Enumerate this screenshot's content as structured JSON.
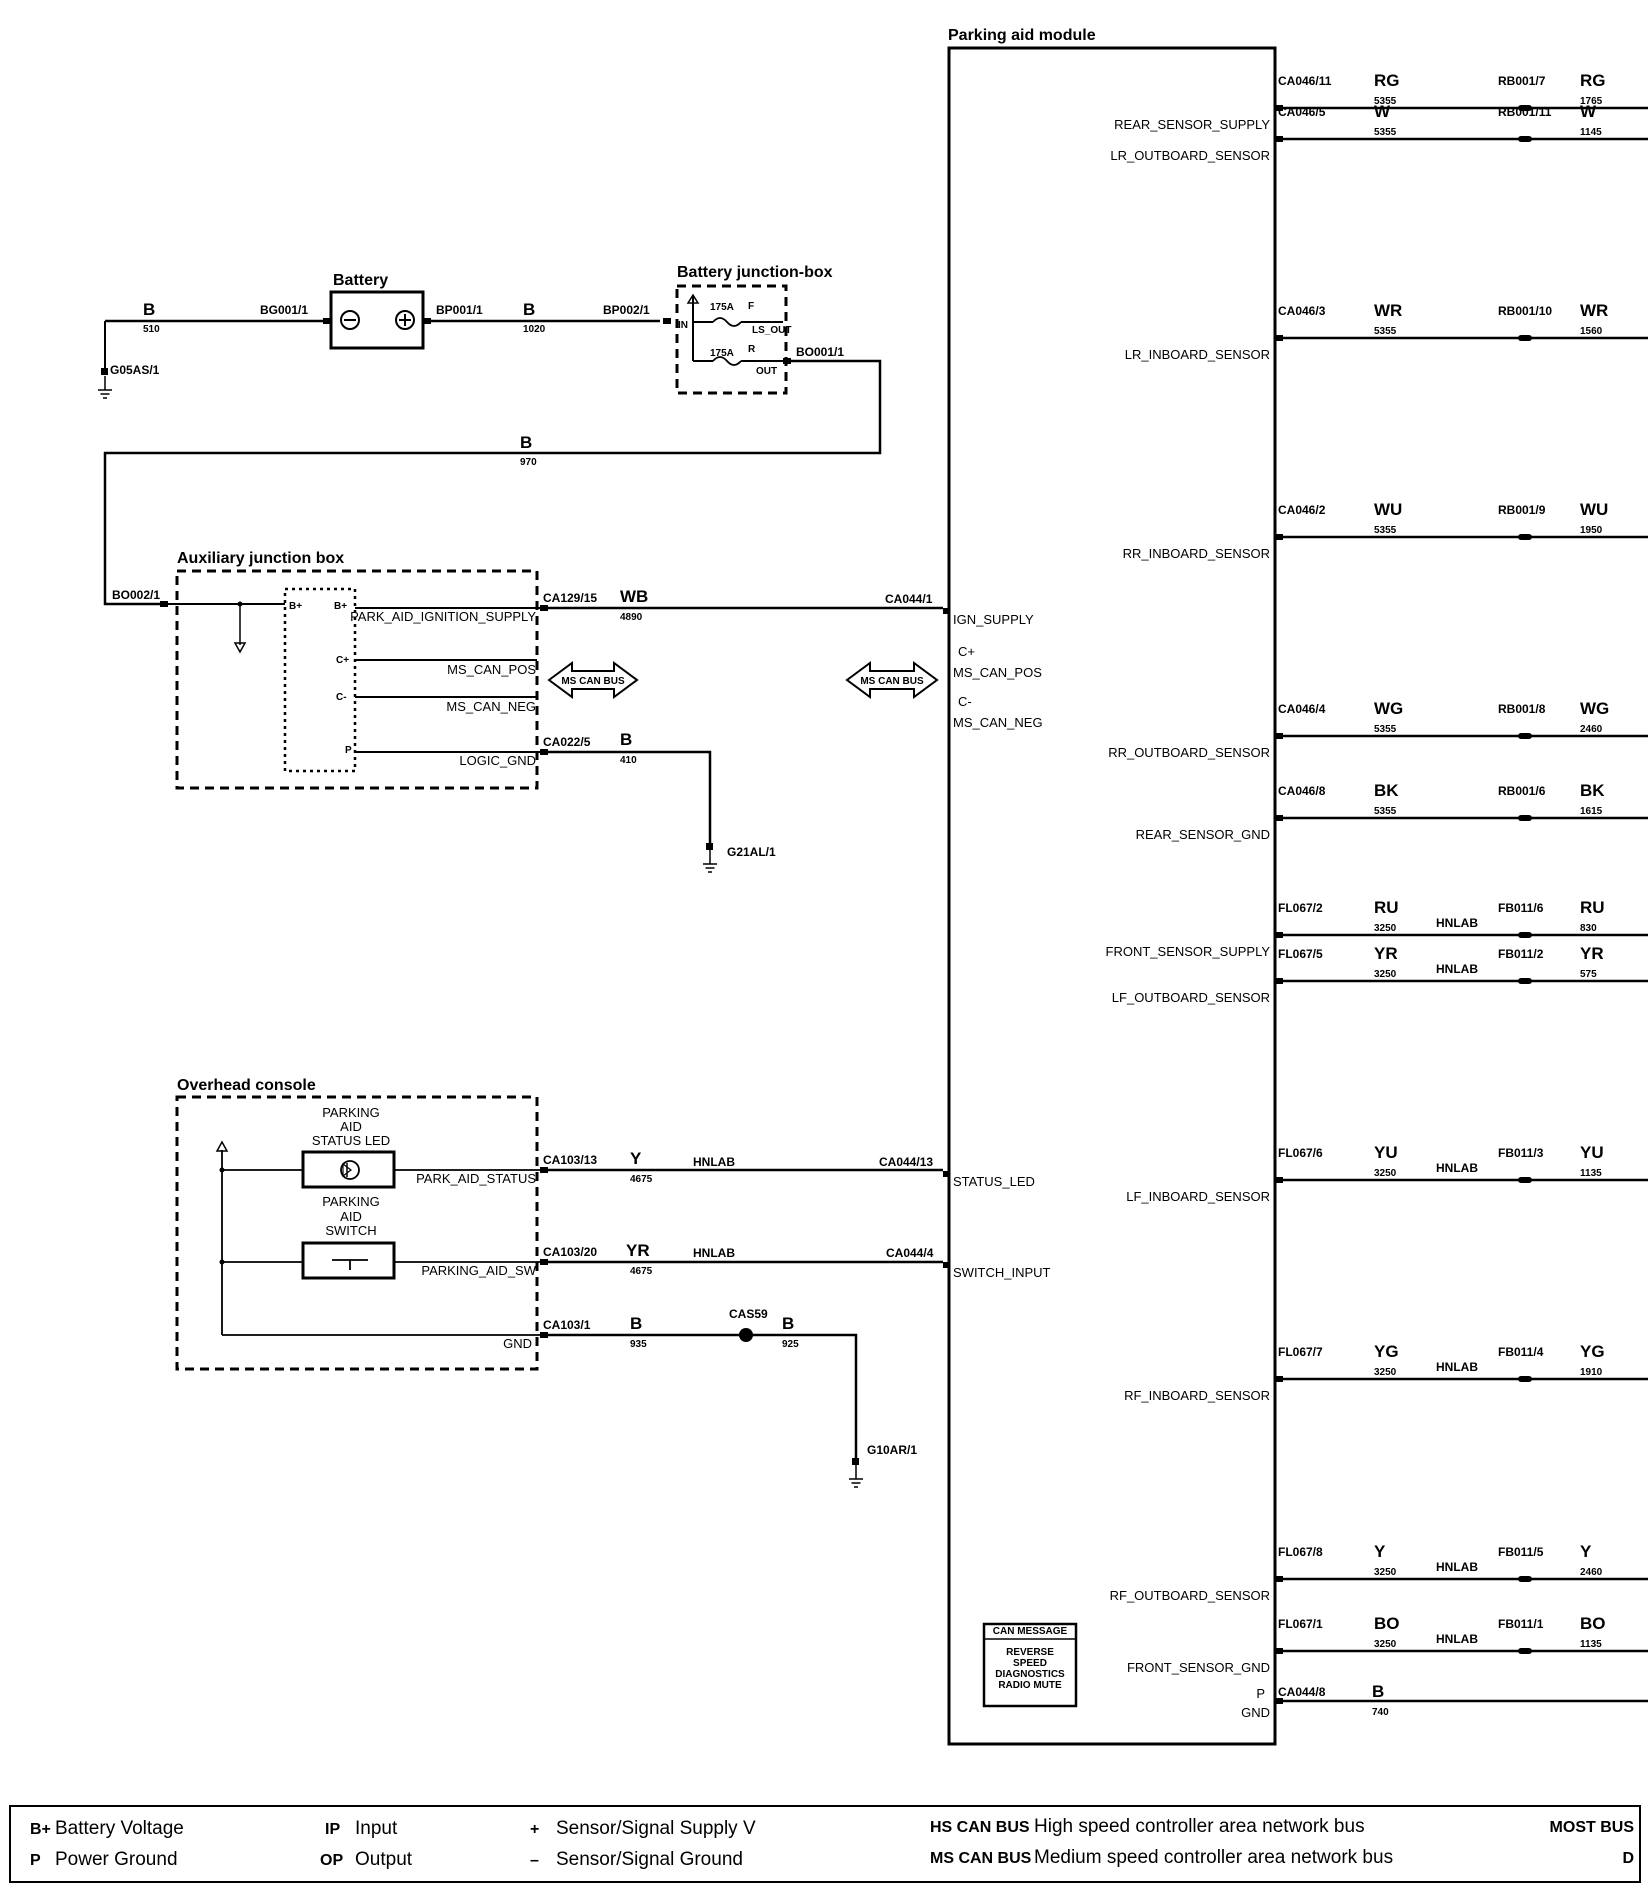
{
  "module": {
    "title": "Parking aid module",
    "pins_left": {
      "ign": "IGN_SUPPLY",
      "cplus": "C+",
      "can_pos": "MS_CAN_POS",
      "cminus": "C-",
      "can_neg": "MS_CAN_NEG",
      "status": "STATUS_LED",
      "switch": "SWITCH_INPUT"
    },
    "can_message": {
      "title": "CAN MESSAGE",
      "line1": "REVERSE",
      "line2": "SPEED",
      "line3": "DIAGNOSTICS",
      "line4": "RADIO MUTE"
    },
    "gnd_pin": {
      "p": "P",
      "label": "GND",
      "connector": "CA044/8",
      "color": "B",
      "circuit": "740"
    }
  },
  "sensors": [
    {
      "pin": "REAR_SENSOR_SUPPLY",
      "connector": "CA046/11",
      "color": "RG",
      "circuit": "5355",
      "mid": "",
      "far_conn": "RB001/7",
      "far_color": "RG",
      "far_circuit": "1765"
    },
    {
      "pin": "LR_OUTBOARD_SENSOR",
      "connector": "CA046/5",
      "color": "W",
      "circuit": "5355",
      "mid": "",
      "far_conn": "RB001/11",
      "far_color": "W",
      "far_circuit": "1145"
    },
    {
      "pin": "LR_INBOARD_SENSOR",
      "connector": "CA046/3",
      "color": "WR",
      "circuit": "5355",
      "mid": "",
      "far_conn": "RB001/10",
      "far_color": "WR",
      "far_circuit": "1560"
    },
    {
      "pin": "RR_INBOARD_SENSOR",
      "connector": "CA046/2",
      "color": "WU",
      "circuit": "5355",
      "mid": "",
      "far_conn": "RB001/9",
      "far_color": "WU",
      "far_circuit": "1950"
    },
    {
      "pin": "RR_OUTBOARD_SENSOR",
      "connector": "CA046/4",
      "color": "WG",
      "circuit": "5355",
      "mid": "",
      "far_conn": "RB001/8",
      "far_color": "WG",
      "far_circuit": "2460"
    },
    {
      "pin": "REAR_SENSOR_GND",
      "connector": "CA046/8",
      "color": "BK",
      "circuit": "5355",
      "mid": "",
      "far_conn": "RB001/6",
      "far_color": "BK",
      "far_circuit": "1615"
    },
    {
      "pin": "FRONT_SENSOR_SUPPLY",
      "connector": "FL067/2",
      "color": "RU",
      "circuit": "3250",
      "mid": "HNLAB",
      "far_conn": "FB011/6",
      "far_color": "RU",
      "far_circuit": "830"
    },
    {
      "pin": "LF_OUTBOARD_SENSOR",
      "connector": "FL067/5",
      "color": "YR",
      "circuit": "3250",
      "mid": "HNLAB",
      "far_conn": "FB011/2",
      "far_color": "YR",
      "far_circuit": "575"
    },
    {
      "pin": "LF_INBOARD_SENSOR",
      "connector": "FL067/6",
      "color": "YU",
      "circuit": "3250",
      "mid": "HNLAB",
      "far_conn": "FB011/3",
      "far_color": "YU",
      "far_circuit": "1135"
    },
    {
      "pin": "RF_INBOARD_SENSOR",
      "connector": "FL067/7",
      "color": "YG",
      "circuit": "3250",
      "mid": "HNLAB",
      "far_conn": "FB011/4",
      "far_color": "YG",
      "far_circuit": "1910"
    },
    {
      "pin": "RF_OUTBOARD_SENSOR",
      "connector": "FL067/8",
      "color": "Y",
      "circuit": "3250",
      "mid": "HNLAB",
      "far_conn": "FB011/5",
      "far_color": "Y",
      "far_circuit": "2460"
    },
    {
      "pin": "FRONT_SENSOR_GND",
      "connector": "FL067/1",
      "color": "BO",
      "circuit": "3250",
      "mid": "HNLAB",
      "far_conn": "FB011/1",
      "far_color": "BO",
      "far_circuit": "1135"
    }
  ],
  "battery": {
    "title": "Battery",
    "wire_color": "B",
    "wire_circuit": "510",
    "neg_conn": "BG001/1",
    "pos_conn": "BP001/1",
    "ground": "G05AS/1",
    "out_color": "B",
    "out_circuit": "1020"
  },
  "battery_jbox": {
    "title": "Battery junction-box",
    "in_conn": "BP002/1",
    "in_label": "IN",
    "fuse1": "175A",
    "fuse1_tag": "F",
    "fuse1_out": "LS_OUT",
    "fuse2": "175A",
    "fuse2_tag": "R",
    "fuse2_out": "OUT",
    "out_conn": "BO001/1",
    "feed_color": "B",
    "feed_circuit": "970"
  },
  "aux_jbox": {
    "title": "Auxiliary junction box",
    "in_conn": "BO002/1",
    "bplus_left": "B+",
    "bplus_right": "B+",
    "cplus": "C+",
    "cminus": "C-",
    "p": "P",
    "ign_pin": "PARK_AID_IGNITION_SUPPLY",
    "can_pos": "MS_CAN_POS",
    "can_neg": "MS_CAN_NEG",
    "logic_gnd": "LOGIC_GND",
    "ign_conn": "CA129/15",
    "ign_color": "WB",
    "ign_circuit": "4890",
    "module_conn": "CA044/1",
    "gnd_conn": "CA022/5",
    "gnd_color": "B",
    "gnd_circuit": "410",
    "ground": "G21AL/1"
  },
  "can_bus": {
    "left": "MS CAN BUS",
    "right": "MS CAN BUS"
  },
  "overhead": {
    "title": "Overhead console",
    "led_l1": "PARKING",
    "led_l2": "AID",
    "led_l3": "STATUS LED",
    "sw_l1": "PARKING",
    "sw_l2": "AID",
    "sw_l3": "SWITCH",
    "status_pin": "PARK_AID_STATUS",
    "switch_pin": "PARKING_AID_SW",
    "gnd_pin": "GND",
    "status_conn": "CA103/13",
    "status_color": "Y",
    "status_circuit": "4675",
    "status_mid": "HNLAB",
    "status_module_conn": "CA044/13",
    "sw_conn": "CA103/20",
    "sw_color": "YR",
    "sw_circuit": "4675",
    "sw_mid": "HNLAB",
    "sw_module_conn": "CA044/4",
    "gnd_conn": "CA103/1",
    "gnd_color": "B",
    "gnd_circuit": "935",
    "splice": "CAS59",
    "splice_color": "B",
    "splice_circuit": "925",
    "ground": "G10AR/1"
  },
  "legend": {
    "bplus_key": "B+",
    "bplus_desc": "Battery Voltage",
    "p_key": "P",
    "p_desc": "Power Ground",
    "ip_key": "IP",
    "ip_desc": "Input",
    "op_key": "OP",
    "op_desc": "Output",
    "plus_key": "+",
    "plus_desc": "Sensor/Signal Supply V",
    "minus_key": "–",
    "minus_desc": "Sensor/Signal Ground",
    "hs_key": "HS CAN BUS",
    "hs_desc": "High speed controller area network bus",
    "ms_key": "MS CAN BUS",
    "ms_desc": "Medium speed controller area network bus",
    "most_key": "MOST BUS",
    "most_d": "D"
  }
}
